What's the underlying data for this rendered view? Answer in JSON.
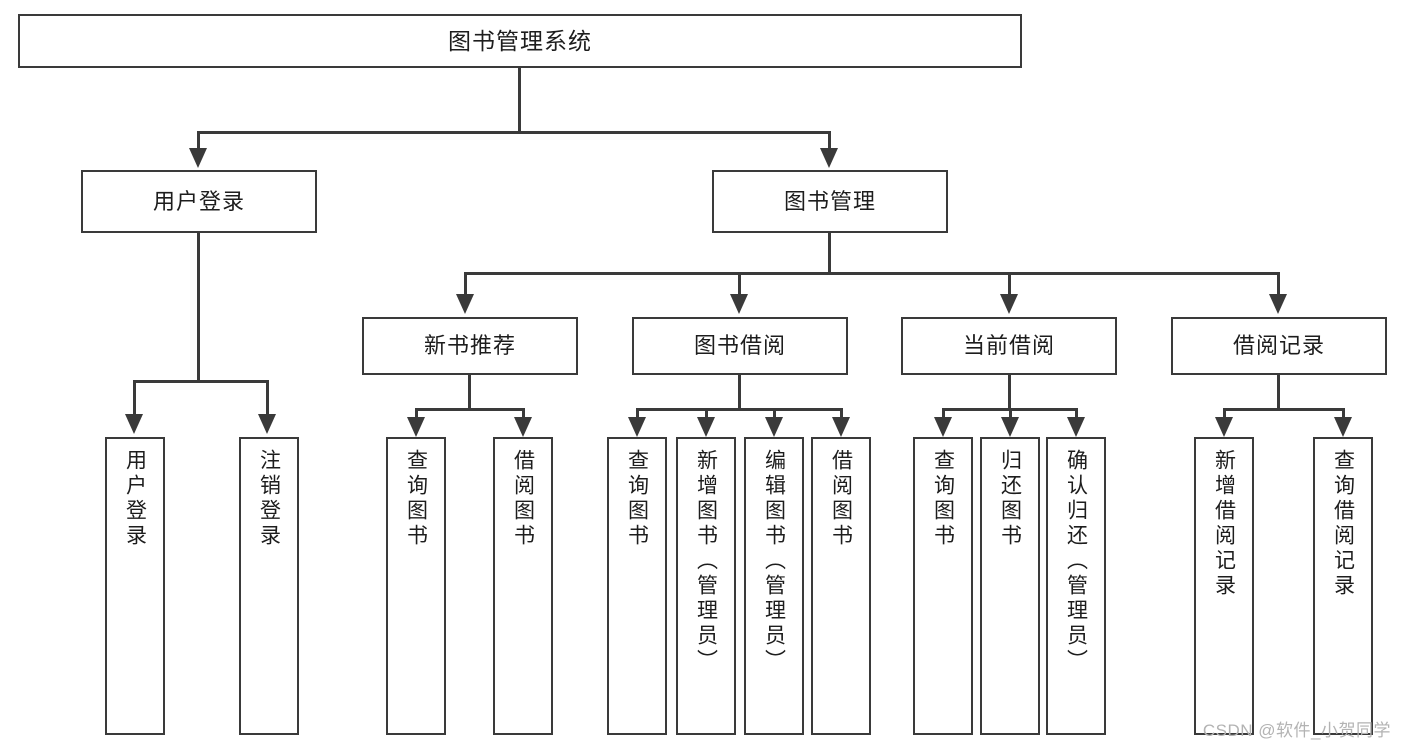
{
  "diagram": {
    "type": "tree",
    "title": "图书管理系统",
    "watermark": "CSDN @软件_小贺同学",
    "colors": {
      "background": "#ffffff",
      "border": "#3a3a3a",
      "text": "#1d1d1d",
      "watermark": "#b3b3b3"
    },
    "levels": {
      "root": "图书管理系统",
      "level2": [
        "用户登录",
        "图书管理"
      ],
      "level3": [
        "新书推荐",
        "图书借阅",
        "当前借阅",
        "借阅记录"
      ]
    },
    "nodes": {
      "root": {
        "label": "图书管理系统"
      },
      "user_login": {
        "label": "用户登录"
      },
      "book_manage": {
        "label": "图书管理"
      },
      "new_book_rec": {
        "label": "新书推荐"
      },
      "book_borrow": {
        "label": "图书借阅"
      },
      "current_borrow": {
        "label": "当前借阅"
      },
      "borrow_record": {
        "label": "借阅记录"
      }
    },
    "leaves": {
      "user_login": [
        {
          "label": "用户登录"
        },
        {
          "label": "注销登录"
        }
      ],
      "new_book_rec": [
        {
          "label": "查询图书"
        },
        {
          "label": "借阅图书"
        }
      ],
      "book_borrow": [
        {
          "label": "查询图书"
        },
        {
          "label": "新增图书（管理员）"
        },
        {
          "label": "编辑图书（管理员）"
        },
        {
          "label": "借阅图书"
        }
      ],
      "current_borrow": [
        {
          "label": "查询图书"
        },
        {
          "label": "归还图书"
        },
        {
          "label": "确认归还（管理员）"
        }
      ],
      "borrow_record": [
        {
          "label": "新增借阅记录"
        },
        {
          "label": "查询借阅记录"
        }
      ]
    }
  }
}
